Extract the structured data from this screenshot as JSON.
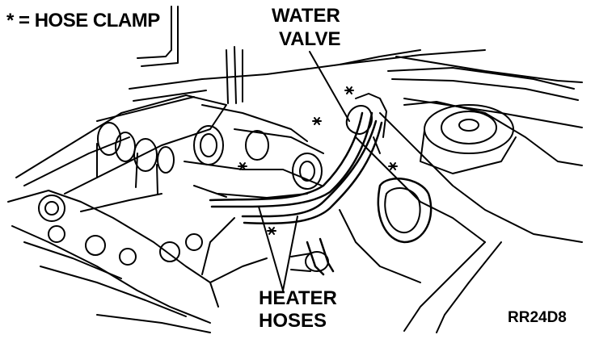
{
  "legend": "* = HOSE CLAMP",
  "labels": {
    "water_valve_line1": "WATER",
    "water_valve_line2": "VALVE",
    "heater_hoses_line1": "HEATER",
    "heater_hoses_line2": "HOSES"
  },
  "figure_code": "RR24D8",
  "colors": {
    "ink": "#000000",
    "paper": "#ffffff"
  }
}
